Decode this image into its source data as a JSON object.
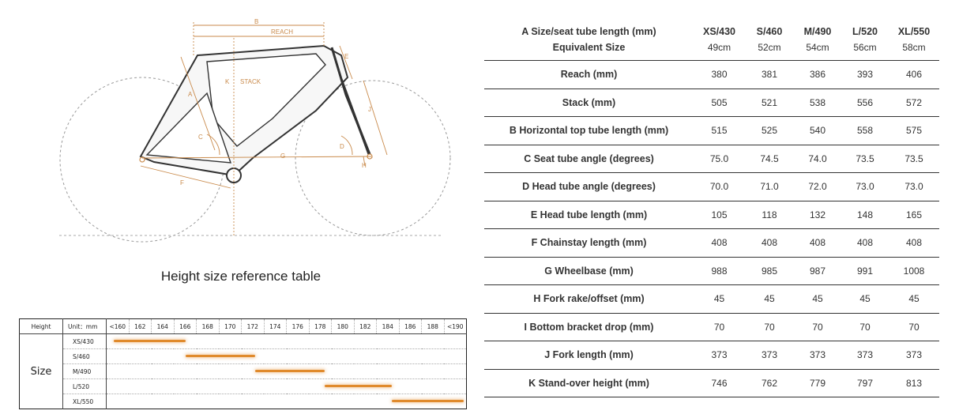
{
  "diagram": {
    "labels": {
      "b": "B",
      "reach": "REACH",
      "stack": "STACK",
      "k": "K",
      "a": "A",
      "c": "C",
      "d": "D",
      "e": "E",
      "f": "F",
      "g": "G",
      "h": "H",
      "j": "J"
    }
  },
  "height_table": {
    "title": "Height size reference table",
    "height_label": "Height",
    "unit_label": "Unit：mm",
    "size_label": "Size",
    "columns": [
      "<160",
      "162",
      "164",
      "166",
      "168",
      "170",
      "172",
      "174",
      "176",
      "178",
      "180",
      "182",
      "184",
      "186",
      "188",
      "<190"
    ],
    "sizes": [
      {
        "name": "XS/430",
        "start": 0.3,
        "end": 3.5
      },
      {
        "name": "S/460",
        "start": 3.5,
        "end": 6.6
      },
      {
        "name": "M/490",
        "start": 6.6,
        "end": 9.7
      },
      {
        "name": "L/520",
        "start": 9.7,
        "end": 12.7
      },
      {
        "name": "XL/550",
        "start": 12.7,
        "end": 15.9
      }
    ],
    "bar_color": "#e08a2c"
  },
  "geometry_table": {
    "header_label": "A  Size/seat tube length (mm)",
    "sizes": [
      "XS/430",
      "S/460",
      "M/490",
      "L/520",
      "XL/550"
    ],
    "equiv_label": "Equivalent Size",
    "equiv": [
      "49cm",
      "52cm",
      "54cm",
      "56cm",
      "58cm"
    ],
    "rows": [
      {
        "label": "Reach (mm)",
        "values": [
          "380",
          "381",
          "386",
          "393",
          "406"
        ]
      },
      {
        "label": "Stack (mm)",
        "values": [
          "505",
          "521",
          "538",
          "556",
          "572"
        ]
      },
      {
        "label": "B  Horizontal top tube length (mm)",
        "values": [
          "515",
          "525",
          "540",
          "558",
          "575"
        ]
      },
      {
        "label": "C  Seat tube angle (degrees)",
        "values": [
          "75.0",
          "74.5",
          "74.0",
          "73.5",
          "73.5"
        ]
      },
      {
        "label": "D  Head tube angle (degrees)",
        "values": [
          "70.0",
          "71.0",
          "72.0",
          "73.0",
          "73.0"
        ]
      },
      {
        "label": "E  Head tube length (mm)",
        "values": [
          "105",
          "118",
          "132",
          "148",
          "165"
        ]
      },
      {
        "label": "F  Chainstay length (mm)",
        "values": [
          "408",
          "408",
          "408",
          "408",
          "408"
        ]
      },
      {
        "label": "G  Wheelbase (mm)",
        "values": [
          "988",
          "985",
          "987",
          "991",
          "1008"
        ]
      },
      {
        "label": "H  Fork rake/offset (mm)",
        "values": [
          "45",
          "45",
          "45",
          "45",
          "45"
        ]
      },
      {
        "label": "I  Bottom bracket drop (mm)",
        "values": [
          "70",
          "70",
          "70",
          "70",
          "70"
        ]
      },
      {
        "label": "J  Fork length (mm)",
        "values": [
          "373",
          "373",
          "373",
          "373",
          "373"
        ]
      },
      {
        "label": "K  Stand-over height (mm)",
        "values": [
          "746",
          "762",
          "779",
          "797",
          "813"
        ]
      }
    ]
  }
}
